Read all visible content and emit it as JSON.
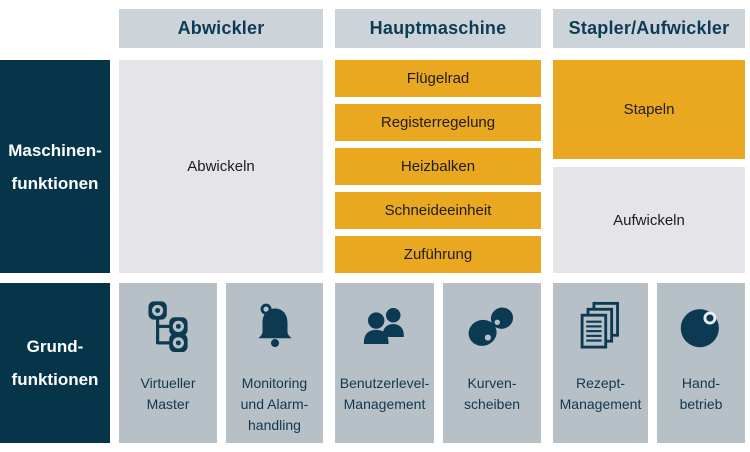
{
  "palette": {
    "navy_bg": "#063549",
    "header_bg": "#ccd4d9",
    "header_text": "#0c3c55",
    "yellow": "#e9a820",
    "light_gray": "#e5e5e9",
    "card_gray": "#b6c0c6",
    "block_text": "#1d1d1b",
    "card_text": "#123750",
    "icon_color": "#0c3a52"
  },
  "headers": [
    {
      "label": "Abwickler"
    },
    {
      "label": "Hauptmaschine"
    },
    {
      "label": "Stapler/Aufwickler"
    }
  ],
  "side_labels": {
    "machine": {
      "line1": "Maschinen-",
      "line2": "funktionen"
    },
    "basic": {
      "line1": "Grund-",
      "line2": "funktionen"
    }
  },
  "machine_row": {
    "abwickler_block": "Abwickeln",
    "hauptmaschine_blocks": [
      "Flügelrad",
      "Registerregelung",
      "Heizbalken",
      "Schneideeinheit",
      "Zuführung"
    ],
    "stapler_blocks": {
      "stapeln": "Stapeln",
      "aufwickeln": "Aufwickeln"
    }
  },
  "basic_row": {
    "cards": [
      {
        "icon": "virtual-master-icon",
        "lines": [
          "Virtueller",
          "Master"
        ]
      },
      {
        "icon": "alarm-bell-icon",
        "lines": [
          "Monitoring",
          "und Alarm-",
          "handling"
        ]
      },
      {
        "icon": "users-icon",
        "lines": [
          "Benutzerlevel-",
          "Management"
        ]
      },
      {
        "icon": "cam-discs-icon",
        "lines": [
          "Kurven-",
          "scheiben"
        ]
      },
      {
        "icon": "documents-icon",
        "lines": [
          "Rezept-",
          "Management"
        ]
      },
      {
        "icon": "handwheel-icon",
        "lines": [
          "Hand-",
          "betrieb"
        ]
      }
    ]
  }
}
